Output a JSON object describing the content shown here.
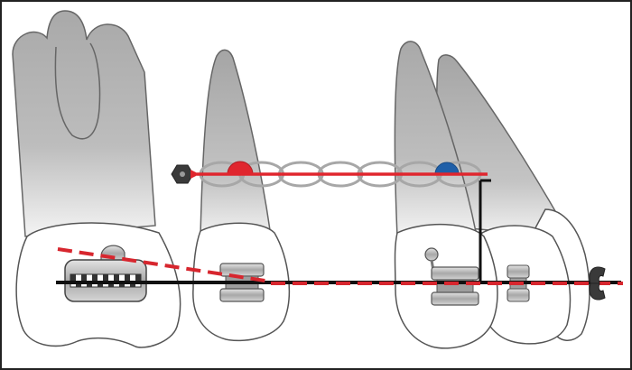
{
  "colors": {
    "frame": "#222222",
    "background": "#ffffff",
    "root_gray": "#a9a9a9",
    "root_light": "#cfcfcf",
    "crown_white": "#ffffff",
    "tooth_outline": "#555555",
    "bracket_metal": "#bfbfbf",
    "bracket_dark": "#7a7a7a",
    "chain_gray": "#a7a7a7",
    "force_red": "#e0262e",
    "marker_blue": "#1f5fa8",
    "reference_black": "#111111",
    "occlusal_plane_red": "#d7262e"
  },
  "icons": {
    "anchor_hook": "hexagonal-hook-icon",
    "center_of_resistance_molar": "red-half-circle-marker",
    "center_of_resistance_canine": "blue-half-circle-marker"
  },
  "diagram": {
    "teeth": [
      "molar",
      "premolar",
      "canine",
      "lateral-incisor"
    ],
    "elastic_chain_links": 7,
    "force_arrow": "canine-to-molar",
    "reference_lines": [
      "archwire-horizontal",
      "occlusal-plane-dashed",
      "vertical-offset"
    ]
  }
}
